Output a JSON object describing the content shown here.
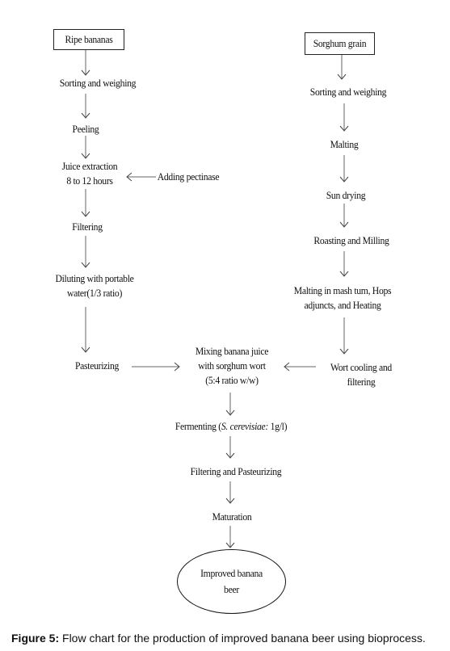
{
  "diagram": {
    "left_column": {
      "start": "Ripe bananas",
      "sorting": "Sorting and weighing",
      "peeling": "Peeling",
      "juice_line1": "Juice extraction",
      "juice_line2": "8 to 12 hours",
      "adding_pectinase": "Adding pectinase",
      "filtering": "Filtering",
      "diluting_line1": "Diluting with portable",
      "diluting_line2": "water(1/3 ratio)",
      "pasteurizing": "Pasteurizing"
    },
    "right_column": {
      "start": "Sorghum grain",
      "sorting": "Sorting and weighing",
      "malting": "Malting",
      "sun_drying": "Sun drying",
      "roasting": "Roasting and Milling",
      "mash_line1": "Malting in mash tum, Hops",
      "mash_line2": "adjuncts, and Heating",
      "wort_line1": "Wort cooling and",
      "wort_line2": "filtering"
    },
    "center_column": {
      "mixing_line1": "Mixing banana juice",
      "mixing_line2": "with sorghum wort",
      "mixing_line3": "(5:4 ratio w/w)",
      "fermenting_prefix": "Fermenting (",
      "fermenting_species": "S. cerevisiae:",
      "fermenting_suffix": " 1g/l)",
      "filtering_pasteurizing": "Filtering and Pasteurizing",
      "maturation": "Maturation",
      "final_line1": "Improved banana",
      "final_line2": "beer"
    },
    "colors": {
      "text": "#111111",
      "arrow": "#666666",
      "box_border": "#222222"
    }
  },
  "caption": {
    "label": "Figure 5:",
    "text": " Flow chart for the production of improved banana beer using bioprocess."
  }
}
